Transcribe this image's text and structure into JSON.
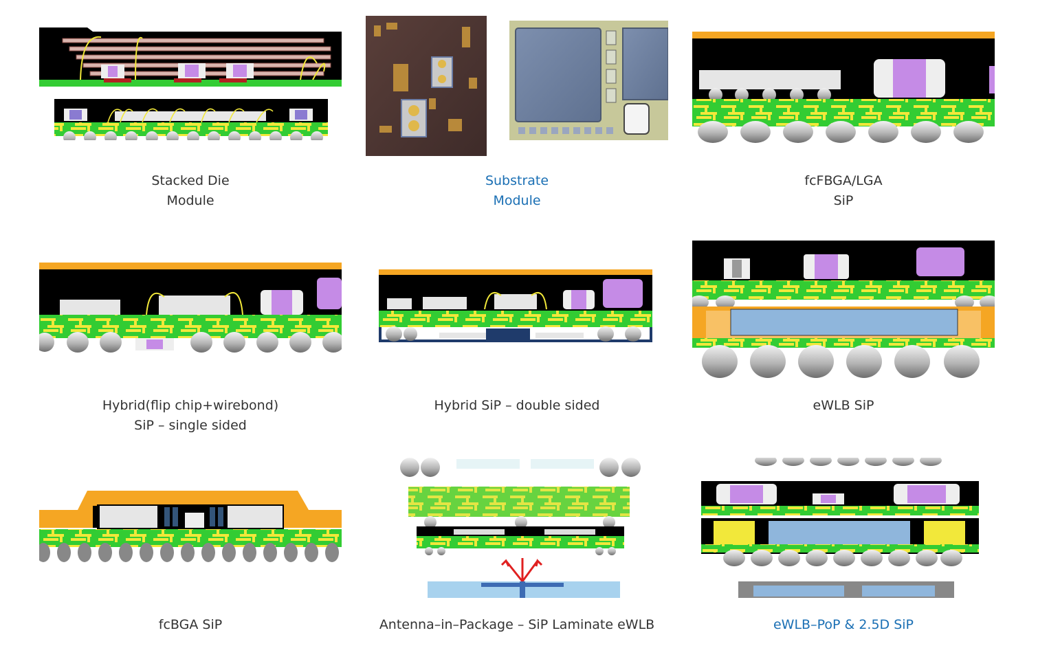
{
  "colors": {
    "link": "#1a6fb4",
    "caption_text": "#333333",
    "mold_black": "#000000",
    "substrate_green": "#33cc33",
    "trace_yellow": "#f2e83a",
    "shield_orange": "#f5a623",
    "component_violet": "#c58be6",
    "solder_gray": "#b8b8b8",
    "die_blue": "#8fb6dc"
  },
  "items": [
    {
      "id": "stacked-die",
      "line1": "Stacked Die",
      "line2": "Module",
      "link": false
    },
    {
      "id": "substrate",
      "line1": "Substrate",
      "line2": "Module",
      "link": true
    },
    {
      "id": "fcfbga-lga",
      "line1": "fcFBGA/LGA",
      "line2": "SiP",
      "link": false
    },
    {
      "id": "hybrid-single",
      "line1": "Hybrid(flip chip+wirebond)",
      "line2": "SiP – single sided",
      "link": false
    },
    {
      "id": "hybrid-double",
      "line1": "Hybrid SiP – double sided",
      "line2": "",
      "link": false
    },
    {
      "id": "ewlb",
      "line1": "eWLB SiP",
      "line2": "",
      "link": false
    },
    {
      "id": "fcbga",
      "line1": "fcBGA SiP",
      "line2": "",
      "link": false
    },
    {
      "id": "aip",
      "line1": "Antenna–in–Package – SiP Laminate eWLB",
      "line2": "",
      "link": false
    },
    {
      "id": "ewlb-pop",
      "line1": "eWLB–PoP & 2.5D SiP",
      "line2": "",
      "link": true
    }
  ]
}
